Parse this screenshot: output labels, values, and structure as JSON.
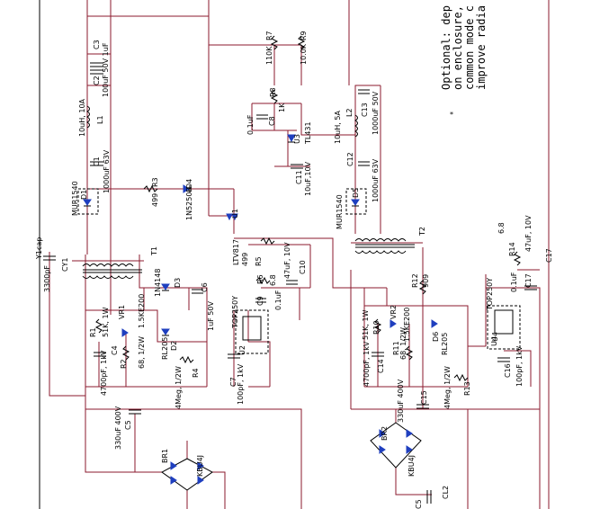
{
  "colors": {
    "wire": "#8b1a2e",
    "component": "#000000",
    "diode": "#1f3fbf",
    "background": "#ffffff"
  },
  "note": {
    "lines": [
      "Optional: dep",
      "on enclosure,",
      "common mode c",
      "improve radia"
    ],
    "bullet": "*"
  },
  "labels": [
    {
      "id": "r7",
      "text": "R7"
    },
    {
      "id": "r7v",
      "text": "110K"
    },
    {
      "id": "r9",
      "text": "R9"
    },
    {
      "id": "r9v",
      "text": "10.0K"
    },
    {
      "id": "c3",
      "text": "C3"
    },
    {
      "id": "c2",
      "text": "C2"
    },
    {
      "id": "c2v",
      "text": "100uF 50V 1uF"
    },
    {
      "id": "r8",
      "text": "R8"
    },
    {
      "id": "r8v",
      "text": "1K"
    },
    {
      "id": "l1v",
      "text": "10uH, 10A"
    },
    {
      "id": "l1",
      "text": "L1"
    },
    {
      "id": "c8",
      "text": "C8"
    },
    {
      "id": "c8v",
      "text": "0.1uF"
    },
    {
      "id": "u3",
      "text": "U3"
    },
    {
      "id": "u3v",
      "text": "TL431"
    },
    {
      "id": "l2v",
      "text": "10uH, 5A"
    },
    {
      "id": "l2",
      "text": "L2"
    },
    {
      "id": "c13",
      "text": "C13"
    },
    {
      "id": "c13v",
      "text": "1000uF 50V"
    },
    {
      "id": "c1",
      "text": "C1"
    },
    {
      "id": "c1v",
      "text": "1000uF 63V"
    },
    {
      "id": "c12",
      "text": "C12"
    },
    {
      "id": "c12v",
      "text": "1000uF 63V"
    },
    {
      "id": "c11",
      "text": "C11"
    },
    {
      "id": "c11v",
      "text": "10uF,10V"
    },
    {
      "id": "d1",
      "text": "D1"
    },
    {
      "id": "d1v",
      "text": "MUR1540"
    },
    {
      "id": "r3",
      "text": "R3"
    },
    {
      "id": "r3v",
      "text": "499"
    },
    {
      "id": "d4",
      "text": "D4"
    },
    {
      "id": "d4v",
      "text": "1N5250B"
    },
    {
      "id": "u1",
      "text": "U1"
    },
    {
      "id": "d5",
      "text": "D5"
    },
    {
      "id": "d5v",
      "text": "MUR1540"
    },
    {
      "id": "t2",
      "text": "T2"
    },
    {
      "id": "ycap",
      "text": "Y1cap"
    },
    {
      "id": "t1",
      "text": "T1"
    },
    {
      "id": "ltv",
      "text": "LTV817"
    },
    {
      "id": "r5",
      "text": "R5"
    },
    {
      "id": "r5v",
      "text": "499"
    },
    {
      "id": "c10",
      "text": "C10"
    },
    {
      "id": "c10v",
      "text": "47uF, 10V"
    },
    {
      "id": "r14",
      "text": "R14"
    },
    {
      "id": "r14v",
      "text": "6.8"
    },
    {
      "id": "c17v",
      "text": "47uF, 10V"
    },
    {
      "id": "c17",
      "text": "C17"
    },
    {
      "id": "cy1",
      "text": "CY1"
    },
    {
      "id": "cy1v",
      "text": "3300pF"
    },
    {
      "id": "d3v",
      "text": "1N4148"
    },
    {
      "id": "d3",
      "text": "D3"
    },
    {
      "id": "c6",
      "text": "C6"
    },
    {
      "id": "c6v",
      "text": "1uF 50V"
    },
    {
      "id": "r6",
      "text": "R6"
    },
    {
      "id": "r6v",
      "text": "6.8"
    },
    {
      "id": "c9",
      "text": "C9"
    },
    {
      "id": "c9v",
      "text": "0.1uF"
    },
    {
      "id": "u2v",
      "text": "TOP250Y"
    },
    {
      "id": "u2",
      "text": "U2"
    },
    {
      "id": "r12",
      "text": "R12"
    },
    {
      "id": "r12v",
      "text": "909"
    },
    {
      "id": "u4v",
      "text": "TOP250Y"
    },
    {
      "id": "u4",
      "text": "U4"
    },
    {
      "id": "c16top",
      "text": "0.1uF"
    },
    {
      "id": "c17top",
      "text": "C17"
    },
    {
      "id": "r1",
      "text": "R1"
    },
    {
      "id": "r1v",
      "text": "51K, 1W"
    },
    {
      "id": "c4",
      "text": "C4"
    },
    {
      "id": "vr1",
      "text": "VR1"
    },
    {
      "id": "vr1v",
      "text": "1.5KE200"
    },
    {
      "id": "r2",
      "text": "R2"
    },
    {
      "id": "r2v",
      "text": "68, 1/2W"
    },
    {
      "id": "c4v",
      "text": "4700pF, 1kV"
    },
    {
      "id": "r4",
      "text": "R4"
    },
    {
      "id": "r4v",
      "text": "4Meg, 1/2W"
    },
    {
      "id": "d2",
      "text": "D2"
    },
    {
      "id": "d2v",
      "text": "RL205"
    },
    {
      "id": "c7",
      "text": "C7"
    },
    {
      "id": "c7v",
      "text": "100pF, 1kV"
    },
    {
      "id": "r10",
      "text": "R10"
    },
    {
      "id": "r10v",
      "text": "51K, 1W"
    },
    {
      "id": "c14",
      "text": "C14"
    },
    {
      "id": "c14v",
      "text": "4700pF, 1kV"
    },
    {
      "id": "vr2",
      "text": "VR2"
    },
    {
      "id": "vr2v",
      "text": "1.5KE200"
    },
    {
      "id": "r11",
      "text": "R11"
    },
    {
      "id": "r11v",
      "text": "68, 1/2W"
    },
    {
      "id": "d6",
      "text": "D6"
    },
    {
      "id": "d6v",
      "text": "RL205"
    },
    {
      "id": "u4b",
      "text": "U4"
    },
    {
      "id": "c16",
      "text": "C16"
    },
    {
      "id": "c16v",
      "text": "100pF, 1kV"
    },
    {
      "id": "r13",
      "text": "R13"
    },
    {
      "id": "r13v",
      "text": "4Meg, 1/2W"
    },
    {
      "id": "c15",
      "text": "C15"
    },
    {
      "id": "c15v",
      "text": "330uF 400V"
    },
    {
      "id": "c5",
      "text": "C5"
    },
    {
      "id": "c5v",
      "text": "330uF 400V"
    },
    {
      "id": "br1",
      "text": "BR1"
    },
    {
      "id": "br1v",
      "text": "KBU4J"
    },
    {
      "id": "br2",
      "text": "BR2"
    },
    {
      "id": "br2v",
      "text": "KBU4J"
    },
    {
      "id": "cl2",
      "text": "CL2"
    },
    {
      "id": "c5b",
      "text": "C5"
    }
  ]
}
